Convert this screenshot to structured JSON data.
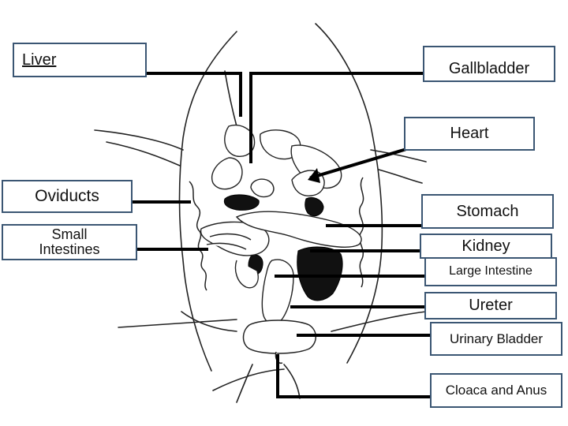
{
  "labels": {
    "liver": "Liver",
    "gallbladder": "Gallbladder",
    "heart": "Heart",
    "oviducts": "Oviducts",
    "small_intestines": "Small\nIntestines",
    "stomach": "Stomach",
    "kidney": "Kidney",
    "large_intestine": "Large Intestine",
    "ureter": "Ureter",
    "urinary_bladder": "Urinary Bladder",
    "cloaca_and_anus": "Cloaca and Anus"
  },
  "colors": {
    "box_border": "#3b5673",
    "leader_line": "#000000",
    "sketch_line": "#222222"
  }
}
